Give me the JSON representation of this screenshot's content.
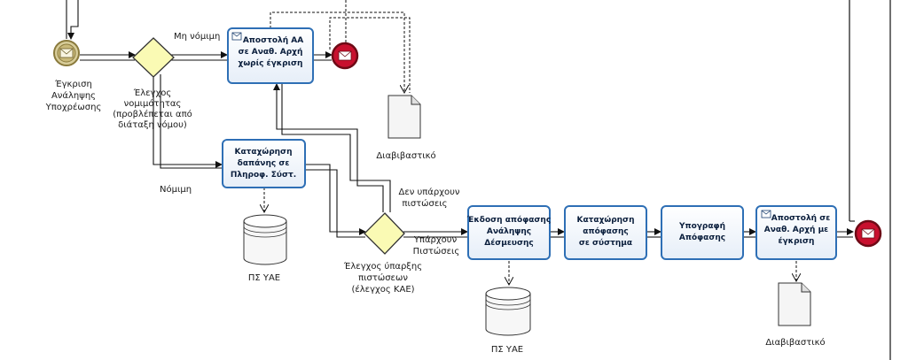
{
  "events": {
    "start": [
      "Έγκριση",
      "Ανάληψης",
      "Υποχρέωσης"
    ]
  },
  "gateways": {
    "legal_check": [
      "Έλεγχος",
      "νομιμότητας",
      "(προβλέπεται από",
      "διάταξη νόμου)"
    ],
    "credit_check": [
      "Έλεγχος ύπαρξης",
      "πιστώσεων",
      "(έλεγχος ΚΑΕ)"
    ]
  },
  "flows": {
    "illegal": "Μη νόμιμη",
    "legal": "Νόμιμη",
    "no_credits": [
      "Δεν υπάρχουν",
      "πιστώσεις"
    ],
    "credits_exist": [
      "Υπάρχουν",
      "Πιστώσεις"
    ]
  },
  "tasks": {
    "t1": [
      "Αποστολή ΑΑ",
      "σε Αναθ. Αρχή",
      "χωρίς έγκριση"
    ],
    "t2": [
      "Καταχώρηση",
      "δαπάνης σε",
      "Πληροφ. Σύστ."
    ],
    "t3": [
      "Έκδοση απόφασης",
      "Ανάληψης",
      "Δέσμευσης"
    ],
    "t4": [
      "Καταχώρηση",
      "απόφασης",
      "σε σύστημα"
    ],
    "t5": [
      "Υπογραφή",
      "Απόφασης"
    ],
    "t6": [
      "Αποστολή σε",
      "Αναθ. Αρχή με",
      "έγκριση"
    ]
  },
  "artifacts": {
    "doc1": "Διαβιβαστικό",
    "doc2": "Διαβιβαστικό",
    "db1": "ΠΣ ΥΑΕ",
    "db2": "ΠΣ ΥΑΕ"
  },
  "colors": {
    "task_border": "#2e6fb5",
    "task_fill": "#f4f8fd",
    "gateway_fill": "#fafab4",
    "start_event": "#b9a96a",
    "end_event": "#c8102e",
    "line": "#111111"
  }
}
